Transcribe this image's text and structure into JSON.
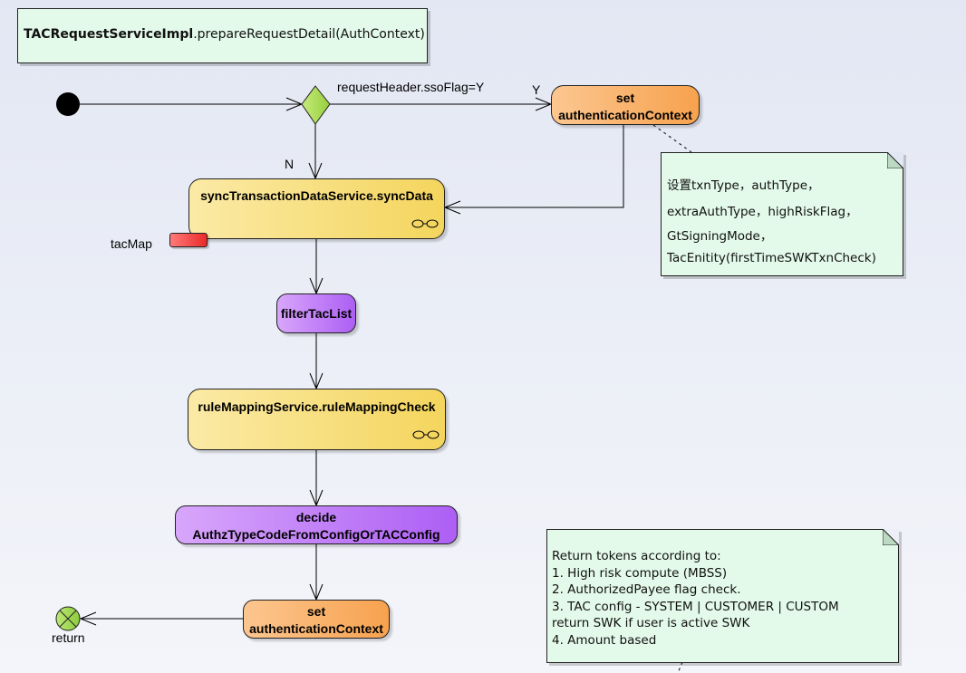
{
  "diagram": {
    "title_note": {
      "class_name": "TACRequestServiceImpl",
      "method": ".prepareRequestDetail(AuthContext)"
    },
    "decision": {
      "condition": "requestHeader.ssoFlag=Y",
      "yes_label": "Y",
      "no_label": "N"
    },
    "actions": {
      "set_auth_top": {
        "line1": "set",
        "line2": "authenticationContext"
      },
      "sync_data": {
        "label": "syncTransactionDataService.syncData"
      },
      "filter_tac": {
        "label": "filterTacList"
      },
      "rule_mapping": {
        "label": "ruleMappingService.ruleMappingCheck"
      },
      "decide_authz": {
        "line1": "decide",
        "line2": "AuthzTypeCodeFromConfigOrTACConfig"
      },
      "set_auth_bottom": {
        "line1": "set",
        "line2": "authenticationContext"
      }
    },
    "pin": {
      "label": "tacMap"
    },
    "final_node": {
      "label": "return"
    },
    "note_set_fields": {
      "lines": [
        "设置txnType，authType，",
        "extraAuthType，highRiskFlag，",
        "GtSigningMode，",
        "TacEnitity(firstTimeSWKTxnCheck)"
      ]
    },
    "note_return_tokens": {
      "lines": [
        "Return tokens according to:",
        "1. High risk compute (MBSS)",
        "2. AuthorizedPayee flag check.",
        "3. TAC config - SYSTEM | CUSTOMER | CUSTOM",
        "return SWK if user is active SWK",
        "4. Amount based"
      ]
    },
    "colors": {
      "action_yellow": "#f4d55d",
      "action_orange": "#f7a24e",
      "action_purple": "#ad5ff4",
      "decision_green": "#a6d94a",
      "note_green": "#e3f9e9",
      "pin_red": "#f04848",
      "final_green": "#9bd54a"
    }
  }
}
